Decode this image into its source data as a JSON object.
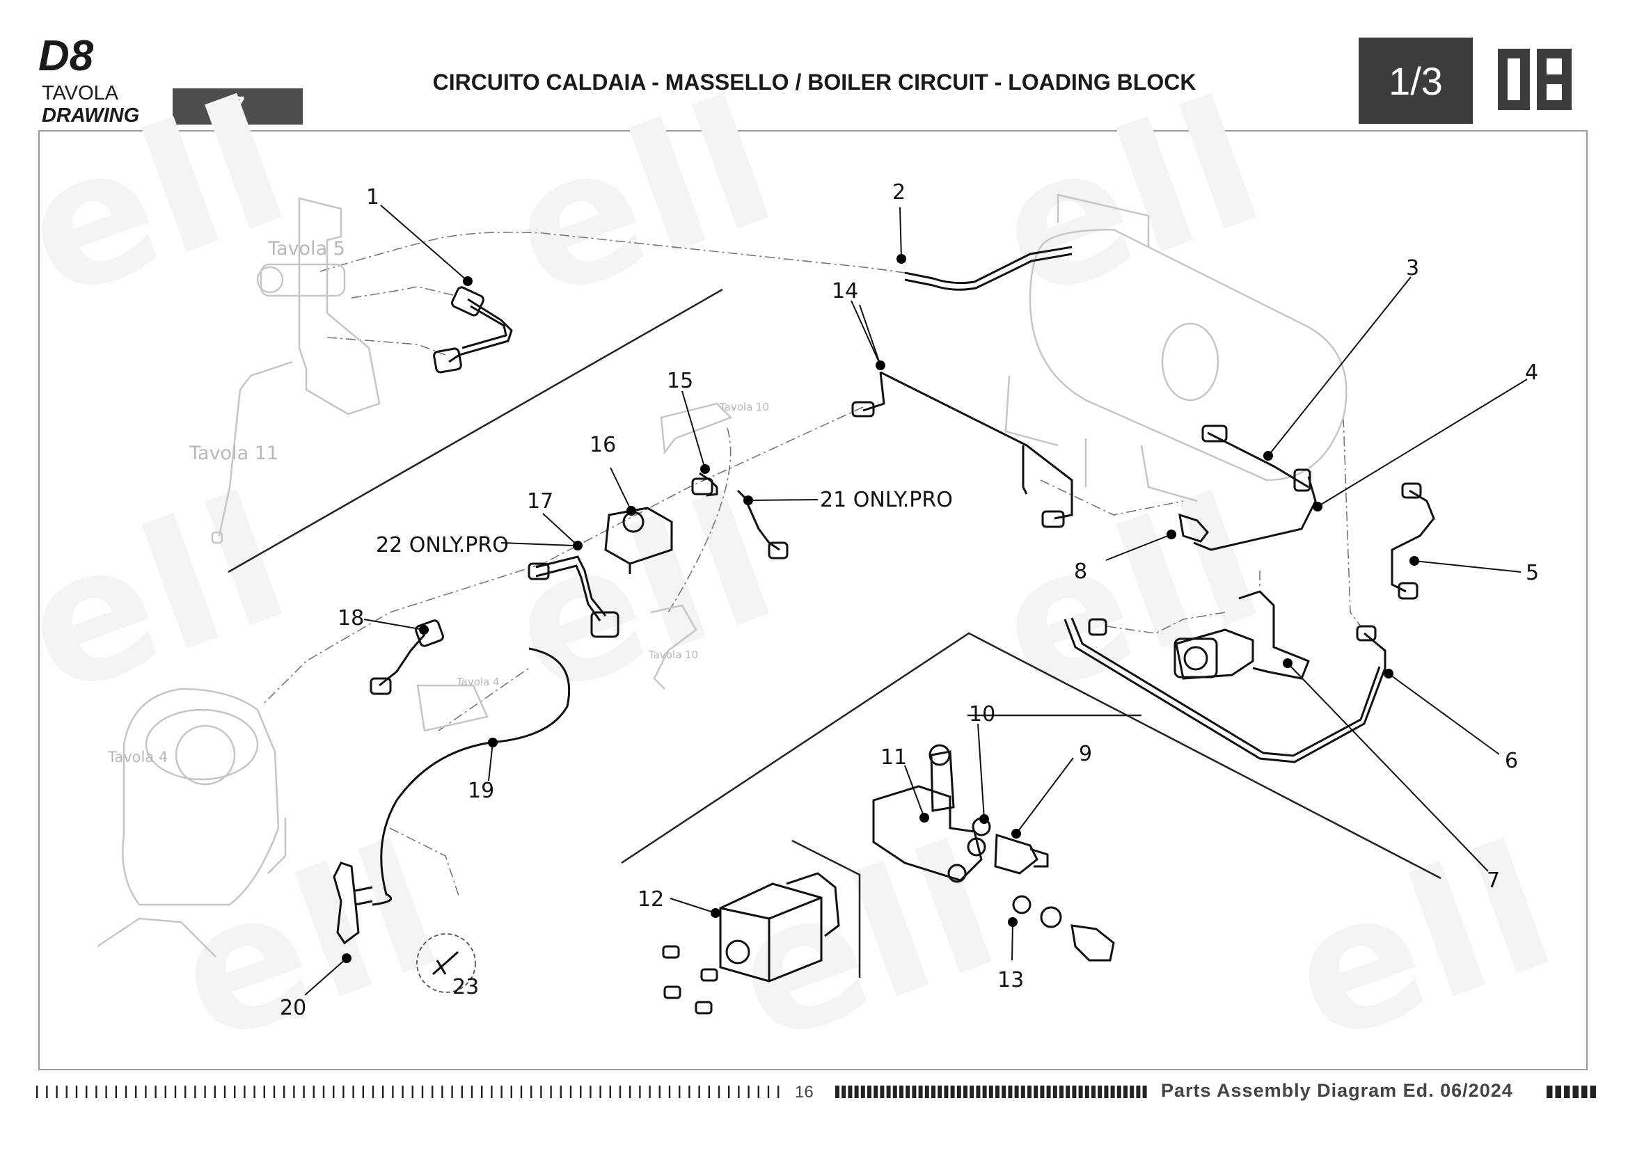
{
  "header": {
    "model": "D8",
    "tavola_label": "TAVOLA",
    "drawing_label": "DRAWING",
    "drawing_number": "7",
    "title": "CIRCUITO CALDAIA - MASSELLO / BOILER CIRCUIT - LOADING BLOCK",
    "page_indicator": "1/3",
    "logo": "D8"
  },
  "diagram": {
    "callouts": [
      "1",
      "2",
      "3",
      "4",
      "5",
      "6",
      "7",
      "7",
      "8",
      "9",
      "10",
      "11",
      "12",
      "13",
      "14",
      "15",
      "16",
      "17",
      "18",
      "19",
      "20",
      "21 ONLY.PRO",
      "22 ONLY.PRO",
      "23"
    ],
    "references": [
      "Tavola 5",
      "Tavola 11",
      "Tavola 10",
      "Tavola 10",
      "Tavola 4",
      "Tavola 4"
    ]
  },
  "footer": {
    "page_number": "16",
    "edition": "Parts Assembly Diagram Ed. 06/2024"
  },
  "colors": {
    "header_box": "#4d4d4d",
    "page_box": "#3b3c3e",
    "frame": "#9a9a9a"
  }
}
